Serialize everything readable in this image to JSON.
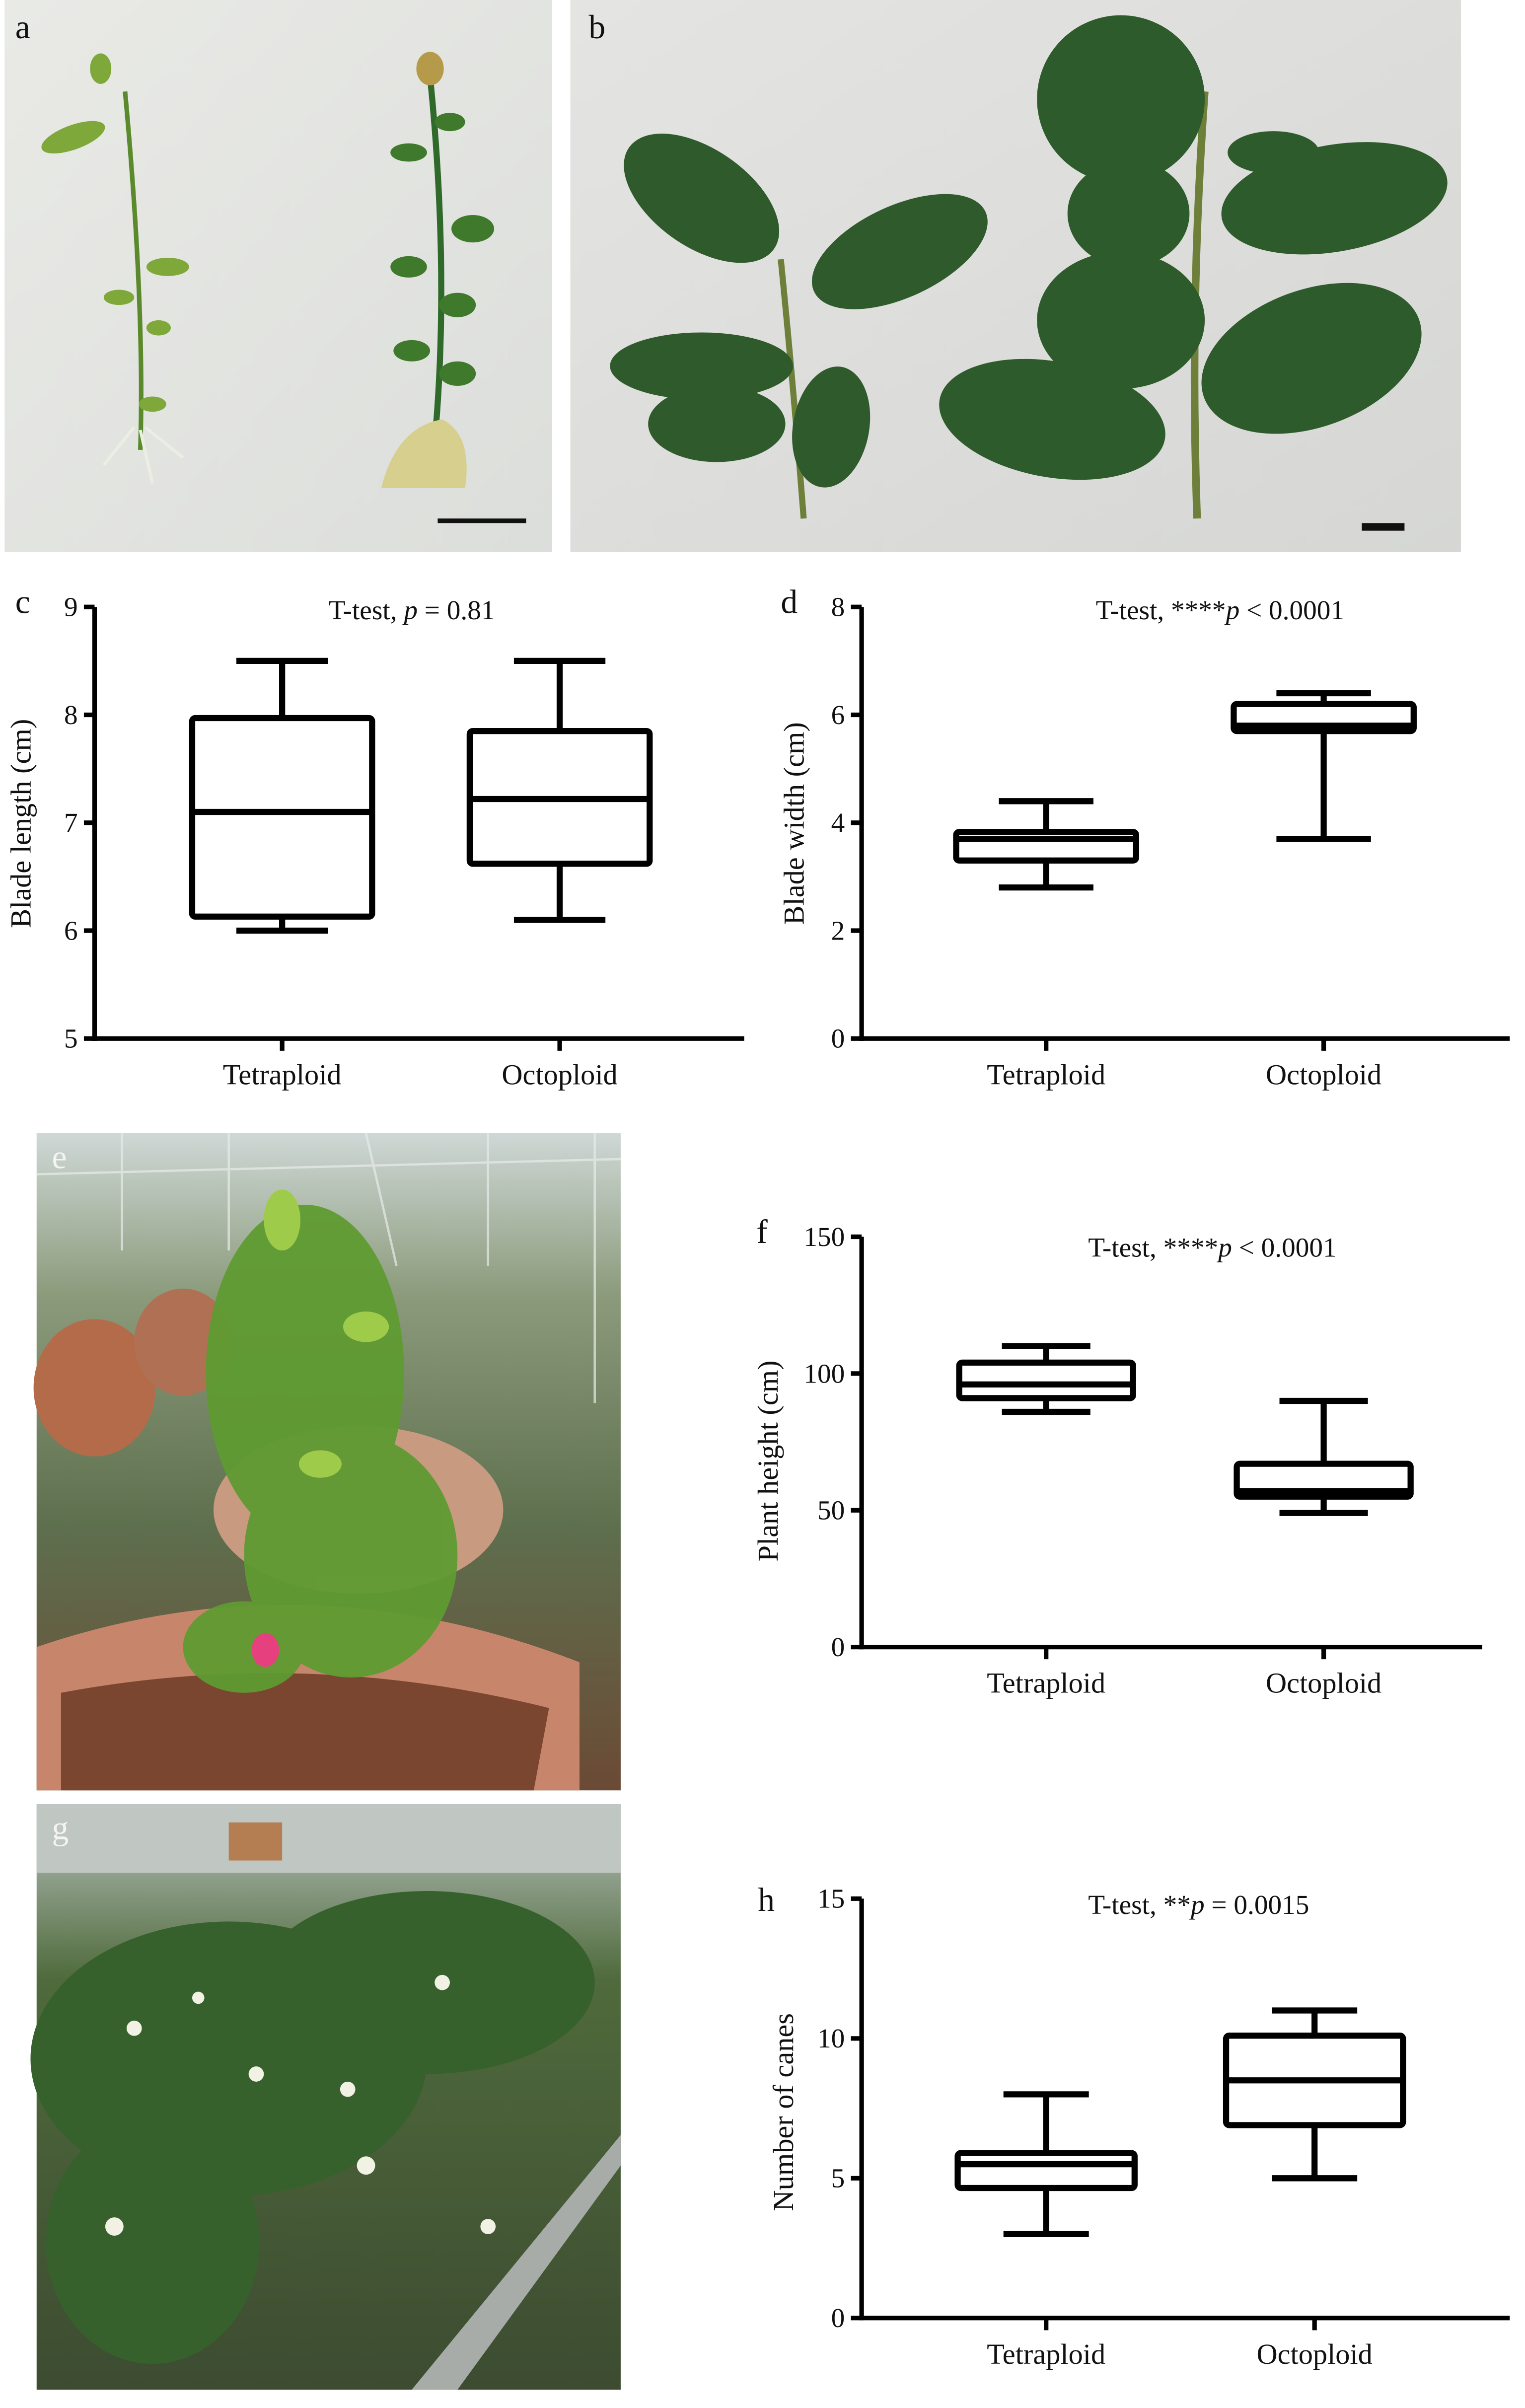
{
  "panels": {
    "a": {
      "letter": "a"
    },
    "b": {
      "letter": "b"
    },
    "e": {
      "letter": "e"
    },
    "g": {
      "letter": "g"
    }
  },
  "chart_data": [
    {
      "id": "c",
      "letter": "c",
      "type": "boxplot",
      "title": "T-test, ",
      "title_p": "p",
      "title_rest": " = 0.81",
      "ylabel": "Blade length (cm)",
      "xlabel": "",
      "ylim": [
        5,
        9
      ],
      "yticks": [
        "5",
        "6",
        "7",
        "8",
        "9"
      ],
      "categories": [
        "Tetraploid",
        "Octoploid"
      ],
      "series": [
        {
          "name": "Tetraploid",
          "min": 6.0,
          "q1": 6.13,
          "median": 7.1,
          "q3": 7.97,
          "max": 8.5
        },
        {
          "name": "Octoploid",
          "min": 6.1,
          "q1": 6.62,
          "median": 7.22,
          "q3": 7.85,
          "max": 8.5
        }
      ]
    },
    {
      "id": "d",
      "letter": "d",
      "type": "boxplot",
      "title": "T-test, ****",
      "title_p": "p",
      "title_rest": " < 0.0001",
      "ylabel": "Blade width (cm)",
      "xlabel": "",
      "ylim": [
        0,
        8
      ],
      "yticks": [
        "0",
        "2",
        "4",
        "6",
        "8"
      ],
      "categories": [
        "Tetraploid",
        "Octoploid"
      ],
      "series": [
        {
          "name": "Tetraploid",
          "min": 2.8,
          "q1": 3.3,
          "median": 3.7,
          "q3": 3.83,
          "max": 4.4
        },
        {
          "name": "Octoploid",
          "min": 3.7,
          "q1": 5.7,
          "median": 5.8,
          "q3": 6.2,
          "max": 6.4
        }
      ]
    },
    {
      "id": "f",
      "letter": "f",
      "type": "boxplot",
      "title": "T-test, ****",
      "title_p": "p",
      "title_rest": " < 0.0001",
      "ylabel": "Plant height (cm)",
      "xlabel": "",
      "ylim": [
        0,
        150
      ],
      "yticks": [
        "0",
        "50",
        "100",
        "150"
      ],
      "categories": [
        "Tetraploid",
        "Octoploid"
      ],
      "series": [
        {
          "name": "Tetraploid",
          "min": 86,
          "q1": 91,
          "median": 96,
          "q3": 104,
          "max": 110
        },
        {
          "name": "Octoploid",
          "min": 49,
          "q1": 55,
          "median": 57,
          "q3": 67,
          "max": 90
        }
      ]
    },
    {
      "id": "h",
      "letter": "h",
      "type": "boxplot",
      "title": "T-test, **",
      "title_p": "p",
      "title_rest": " = 0.0015",
      "ylabel": "Number of canes",
      "xlabel": "",
      "ylim": [
        0,
        15
      ],
      "yticks": [
        "0",
        "5",
        "10",
        "15"
      ],
      "categories": [
        "Tetraploid",
        "Octoploid"
      ],
      "series": [
        {
          "name": "Tetraploid",
          "min": 3,
          "q1": 4.65,
          "median": 5.5,
          "q3": 5.9,
          "max": 8
        },
        {
          "name": "Octoploid",
          "min": 5,
          "q1": 6.9,
          "median": 8.5,
          "q3": 10.1,
          "max": 11
        }
      ]
    }
  ]
}
